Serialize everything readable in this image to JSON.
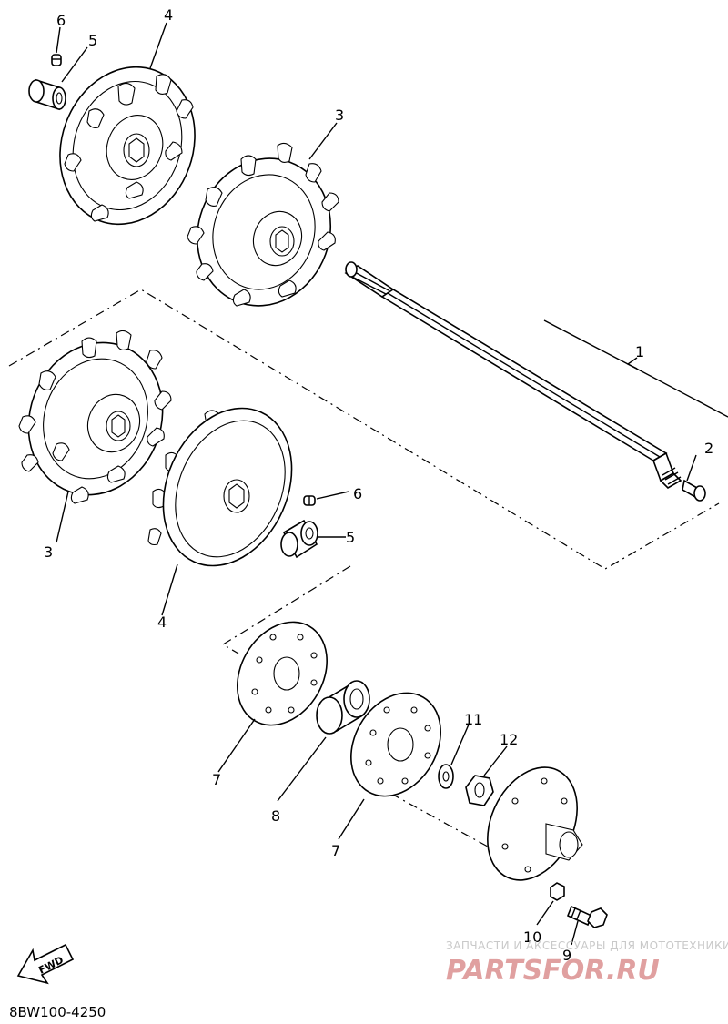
{
  "diagram": {
    "labels": {
      "l1": "1",
      "l2": "2",
      "l3a": "3",
      "l3b": "3",
      "l4a": "4",
      "l4b": "4",
      "l5a": "5",
      "l5b": "5",
      "l6a": "6",
      "l6b": "6",
      "l7a": "7",
      "l7b": "7",
      "l8": "8",
      "l9": "9",
      "l10": "10",
      "l11": "11",
      "l12": "12"
    },
    "fwd_label": "FWD",
    "drawing_code": "8BW100-4250"
  },
  "watermark": {
    "top_text": "ЗАПЧАСТИ И АКСЕССУАРЫ ДЛЯ МОТОТЕХНИКИ",
    "brand": "PARTSFOR.RU"
  }
}
